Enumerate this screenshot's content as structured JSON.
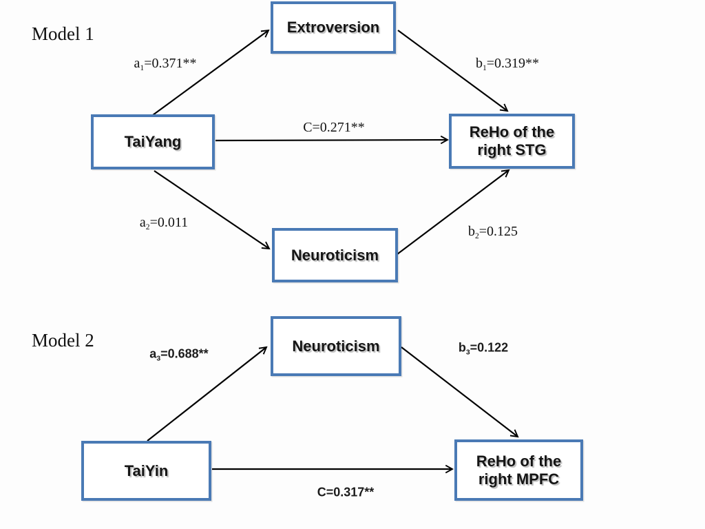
{
  "colors": {
    "box_border": "#4a7ab5",
    "arrow": "#000000",
    "text": "#151515",
    "background": "#fdfdfd"
  },
  "model1": {
    "title": "Model 1",
    "nodes": {
      "predictor": "TaiYang",
      "mediator_top": "Extroversion",
      "mediator_bottom": "Neuroticism",
      "outcome_line1": "ReHo of the",
      "outcome_line2": "right STG"
    },
    "paths": {
      "a1": {
        "letter": "a",
        "sub": "1",
        "value": "=0.371**"
      },
      "b1": {
        "letter": "b",
        "sub": "1",
        "value": "=0.319**"
      },
      "c": {
        "letter": "C",
        "sub": "",
        "value": "=0.271**"
      },
      "a2": {
        "letter": "a",
        "sub": "2",
        "value": "=0.011"
      },
      "b2": {
        "letter": "b",
        "sub": "2",
        "value": "=0.125"
      }
    },
    "edges": [
      {
        "from": "TaiYang",
        "to": "Extroversion",
        "label": "a1=0.371**"
      },
      {
        "from": "Extroversion",
        "to": "ReHo of the right STG",
        "label": "b1=0.319**"
      },
      {
        "from": "TaiYang",
        "to": "ReHo of the right STG",
        "label": "C=0.271**"
      },
      {
        "from": "TaiYang",
        "to": "Neuroticism",
        "label": "a2=0.011"
      },
      {
        "from": "Neuroticism",
        "to": "ReHo of the right STG",
        "label": "b2=0.125"
      }
    ]
  },
  "model2": {
    "title": "Model 2",
    "nodes": {
      "predictor": "TaiYin",
      "mediator": "Neuroticism",
      "outcome_line1": "ReHo of the",
      "outcome_line2": "right MPFC"
    },
    "paths": {
      "a3": {
        "letter": "a",
        "sub": "3",
        "value": "=0.688**"
      },
      "b3": {
        "letter": "b",
        "sub": "3",
        "value": "=0.122"
      },
      "c": {
        "letter": "C",
        "sub": "",
        "value": "=0.317**"
      }
    },
    "edges": [
      {
        "from": "TaiYin",
        "to": "Neuroticism",
        "label": "a3=0.688**"
      },
      {
        "from": "Neuroticism",
        "to": "ReHo of the right MPFC",
        "label": "b3=0.122"
      },
      {
        "from": "TaiYin",
        "to": "ReHo of the right MPFC",
        "label": "C=0.317**"
      }
    ]
  }
}
